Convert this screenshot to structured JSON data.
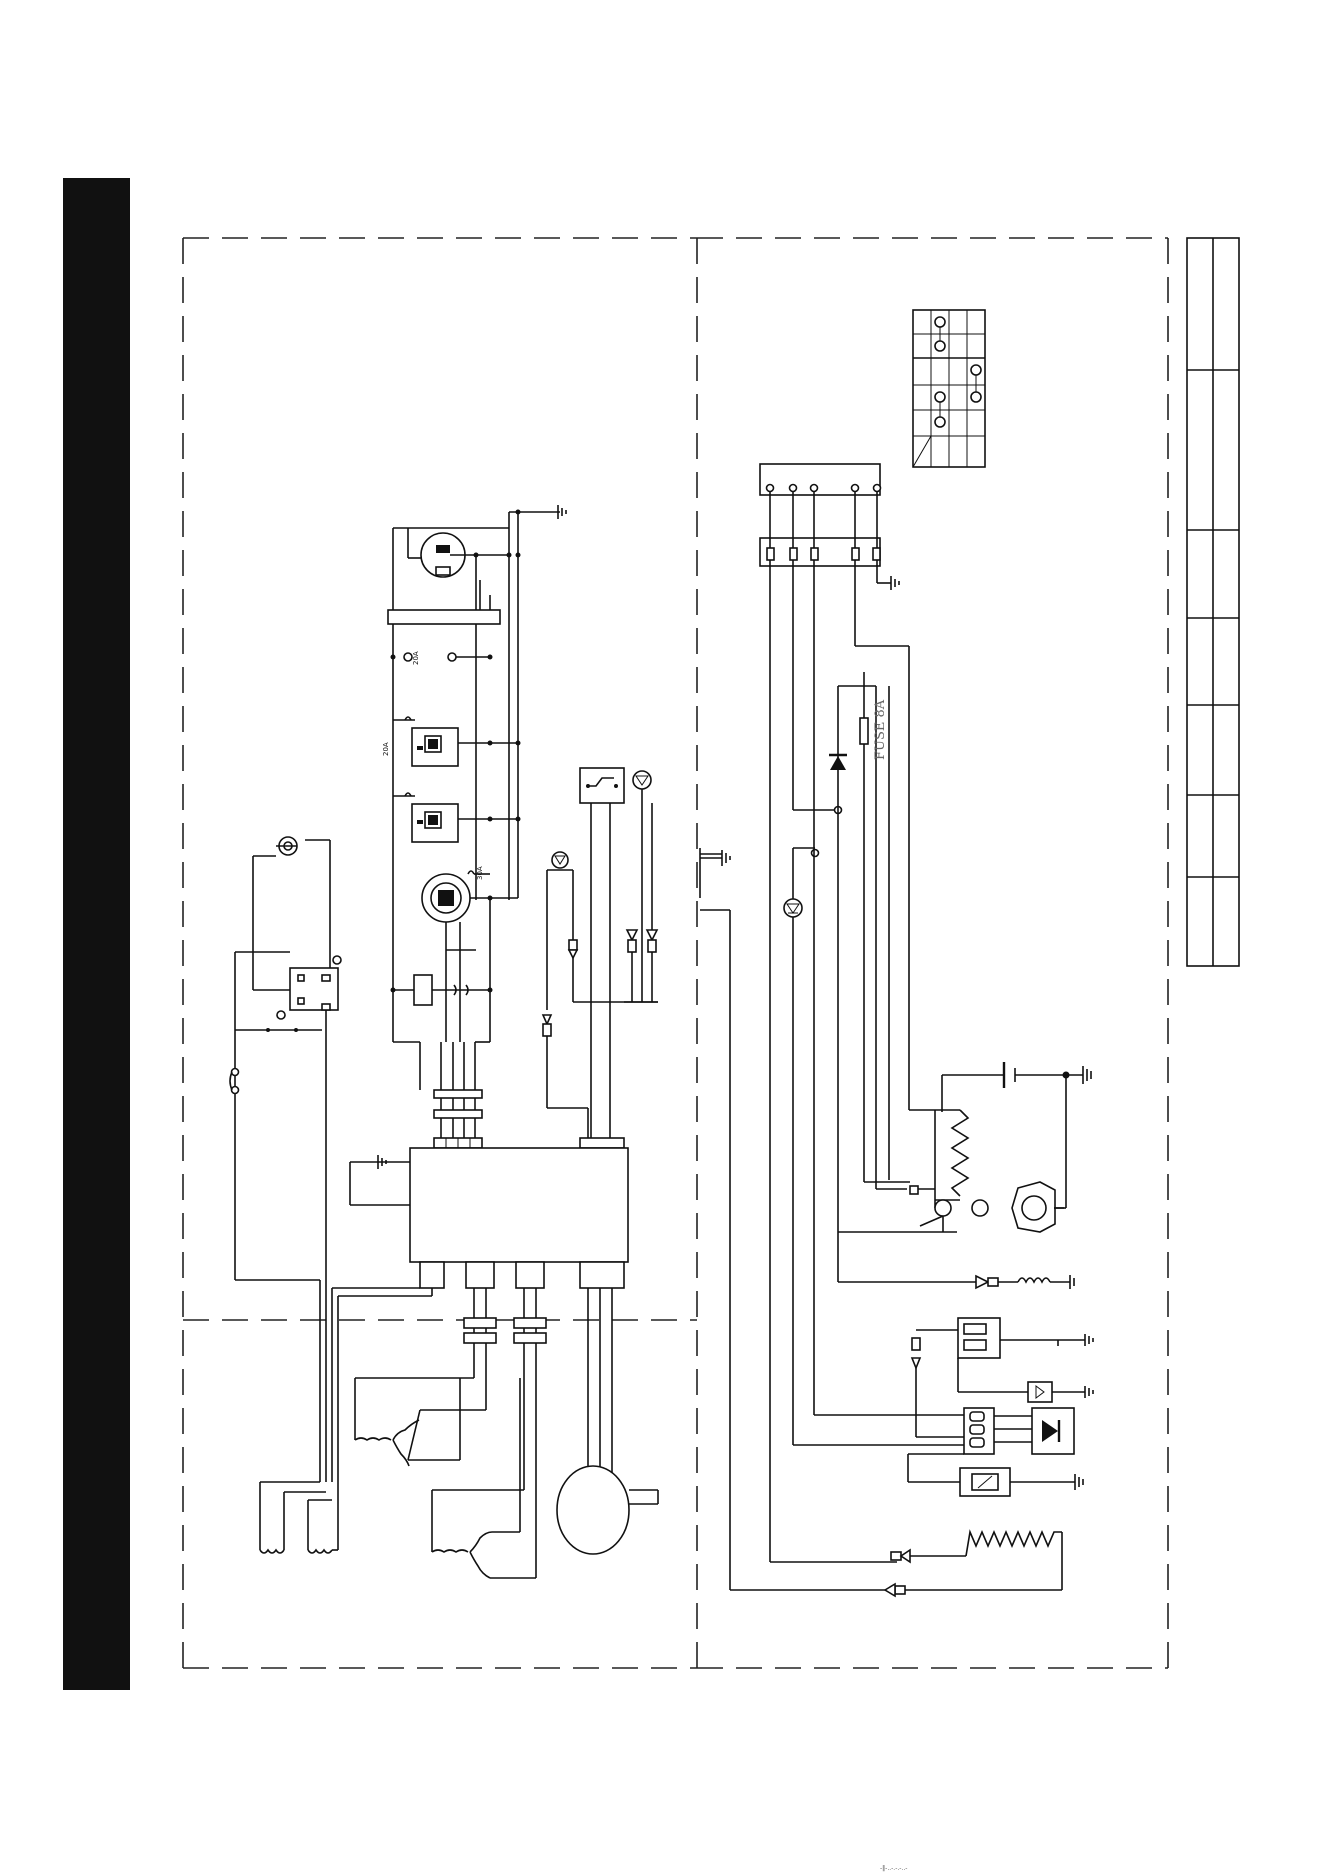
{
  "labels": {
    "fuse": "FUSE 8A",
    "breaker_20a": "20A",
    "breaker_30a": "30A",
    "breaker_upper": "20A",
    "footer_fragment": "-‖-..-.-.-..-"
  },
  "colors": {
    "ink": "#111111",
    "sidebar": "#111111",
    "background": "#ffffff"
  }
}
